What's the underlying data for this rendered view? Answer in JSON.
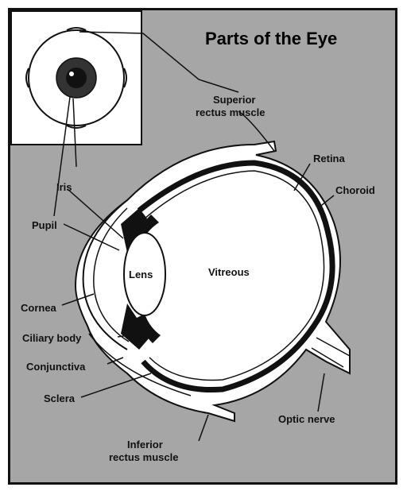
{
  "title": "Parts of the Eye",
  "labels": {
    "superior_1": "Superior",
    "superior_2": "rectus muscle",
    "retina": "Retina",
    "choroid": "Choroid",
    "iris": "Iris",
    "pupil": "Pupil",
    "lens": "Lens",
    "vitreous": "Vitreous",
    "cornea": "Cornea",
    "ciliary_body": "Ciliary body",
    "conjunctiva": "Conjunctiva",
    "sclera": "Sclera",
    "optic_nerve": "Optic nerve",
    "inferior_1": "Inferior",
    "inferior_2": "rectus muscle"
  },
  "colors": {
    "background": "#a6a6a6",
    "eye_fill": "#ffffff",
    "outline": "#111111"
  }
}
